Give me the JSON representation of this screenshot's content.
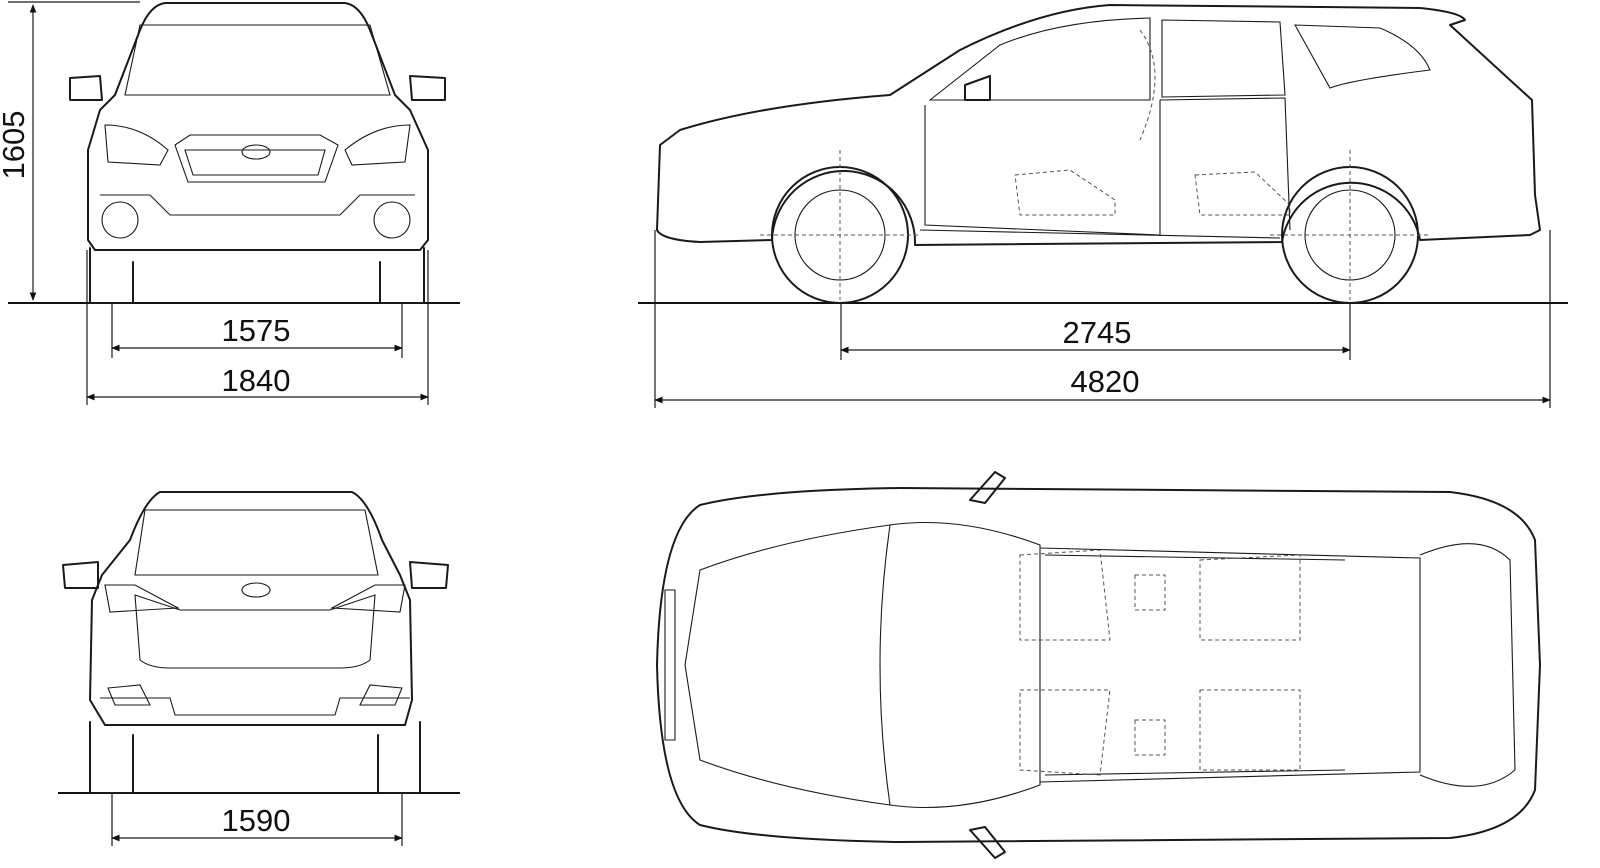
{
  "dimensions": {
    "height": "1605",
    "front_track": "1575",
    "width": "1840",
    "wheelbase": "2745",
    "length": "4820",
    "rear_track": "1590"
  },
  "views": [
    "front",
    "side",
    "rear",
    "top"
  ],
  "colors": {
    "line": "#1a1a1a",
    "background": "#ffffff"
  }
}
